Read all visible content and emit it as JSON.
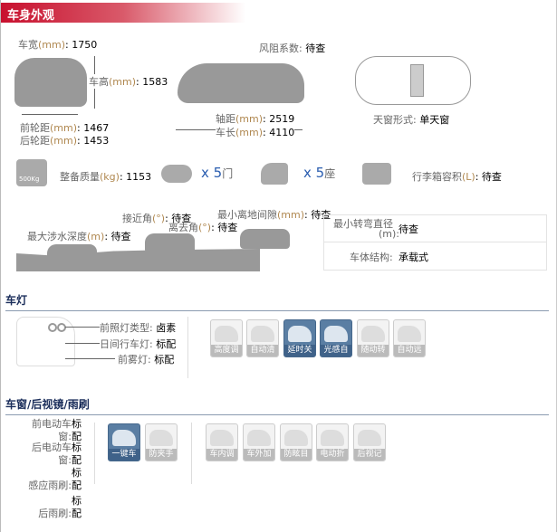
{
  "header": {
    "title": "车身外观"
  },
  "body": {
    "width": {
      "label": "车宽",
      "unit": "(mm)",
      "value": ": 1750"
    },
    "height": {
      "label": "车高",
      "unit": "(mm)",
      "value": ": 1583"
    },
    "front_track": {
      "label": "前轮距",
      "unit": "(mm)",
      "value": ": 1467"
    },
    "rear_track": {
      "label": "后轮距",
      "unit": "(mm)",
      "value": ": 1453"
    },
    "drag": {
      "label": "风阻系数:",
      "value": " 待查"
    },
    "wheelbase": {
      "label": "轴距",
      "unit": "(mm)",
      "value": ": 2519"
    },
    "length": {
      "label": "车长",
      "unit": "(mm)",
      "value": ": 4110"
    },
    "sunroof": {
      "label": "天窗形式:",
      "value": " 单天窗"
    },
    "weight_icon_text": "500Kg",
    "weight": {
      "label": "整备质量",
      "unit": "(kg)",
      "value": ": 1153"
    },
    "doors": {
      "x": "x",
      "num": "5",
      "unit": "门"
    },
    "seats": {
      "x": "x",
      "num": "5",
      "unit": "座"
    },
    "trunk": {
      "label": "行李箱容积",
      "unit": "(L)",
      "value": ": 待查"
    },
    "wading": {
      "label": "最大涉水深度",
      "unit": "(m)",
      "value": ": 待查"
    },
    "approach": {
      "label": "接近角",
      "unit": "(°)",
      "value": ": 待查"
    },
    "departure": {
      "label": "离去角",
      "unit": "(°)",
      "value": ": 待查"
    },
    "clearance": {
      "label": "最小离地间隙",
      "unit": "(mm)",
      "value": ": 待查"
    },
    "turning": {
      "label1": "最小转弯直径",
      "label2": "(m):",
      "value": "待查"
    },
    "structure": {
      "label": "车体结构:",
      "value": "承载式"
    }
  },
  "lights": {
    "title": "车灯",
    "headlight": {
      "label": "前照灯类型:",
      "value": " 卤素"
    },
    "drl": {
      "label": "日间行车灯:",
      "value": " 标配"
    },
    "fog": {
      "label": "前雾灯:",
      "value": " 标配"
    },
    "features": [
      {
        "label": "高度调节",
        "active": false
      },
      {
        "label": "自动清洗",
        "active": false
      },
      {
        "label": "延时关闭",
        "active": true
      },
      {
        "label": "光感自动",
        "active": true
      },
      {
        "label": "随动转向",
        "active": false
      },
      {
        "label": "自动远近",
        "active": false
      }
    ]
  },
  "windows": {
    "title": "车窗/后视镜/雨刷",
    "specs": [
      {
        "l1": "前电动车",
        "l2": "窗:",
        "v1": "标",
        "v2": "配"
      },
      {
        "l1": "后电动车",
        "l2": "窗:",
        "v1": "标",
        "v2": "配"
      },
      {
        "l1": "",
        "l2": "感应雨刷:",
        "v1": "标",
        "v2": "配"
      },
      {
        "l1": "",
        "l2": "后雨刷:",
        "v1": "标",
        "v2": "配"
      }
    ],
    "window_features": [
      {
        "label": "一键车窗",
        "active": true
      },
      {
        "label": "防夹手",
        "active": false
      }
    ],
    "mirror_features": [
      {
        "label": "车内调节"
      },
      {
        "label": "车外加热"
      },
      {
        "label": "防眩目"
      },
      {
        "label": "电动折叠"
      },
      {
        "label": "后视记忆"
      }
    ]
  }
}
